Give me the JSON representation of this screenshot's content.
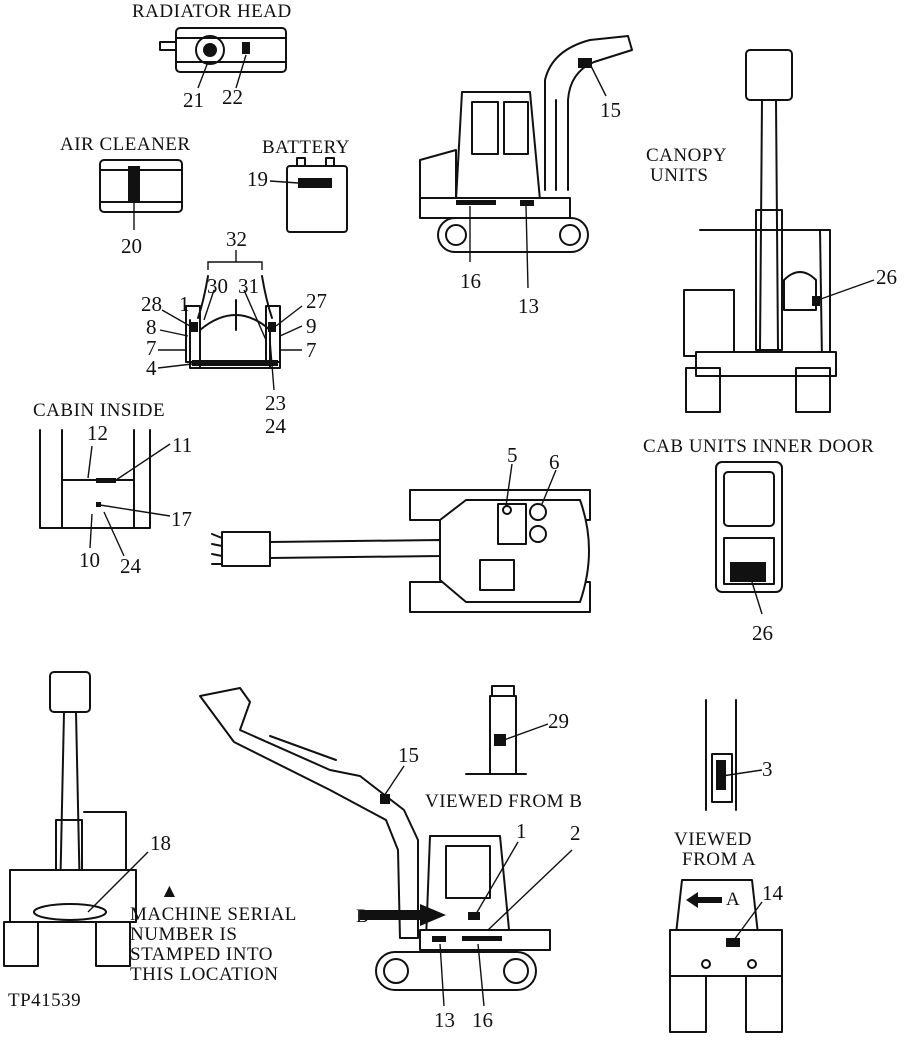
{
  "labels": {
    "radiator_head": "RADIATOR HEAD",
    "air_cleaner": "AIR CLEANER",
    "battery": "BATTERY",
    "canopy_units_1": "CANOPY",
    "canopy_units_2": "UNITS",
    "cabin_inside": "CABIN INSIDE",
    "cab_units_inner_door": "CAB UNITS INNER DOOR",
    "viewed_from_b": "VIEWED FROM B",
    "viewed_from_a_1": "VIEWED",
    "viewed_from_a_2": "FROM A",
    "serial_marker": "▲",
    "serial_1": "MACHINE SERIAL",
    "serial_2": "NUMBER IS",
    "serial_3": "STAMPED INTO",
    "serial_4": "THIS LOCATION",
    "figure_id": "TP41539",
    "arrow_b": "B",
    "arrow_a": "A"
  },
  "callouts": {
    "n1": "1",
    "n2": "2",
    "n3": "3",
    "n4": "4",
    "n5": "5",
    "n6": "6",
    "n7a": "7",
    "n7b": "7",
    "n8": "8",
    "n9": "9",
    "n10": "10",
    "n11": "11",
    "n12": "12",
    "n13a": "13",
    "n13b": "13",
    "n14": "14",
    "n15a": "15",
    "n15b": "15",
    "n16a": "16",
    "n16b": "16",
    "n17": "17",
    "n18": "18",
    "n19": "19",
    "n20": "20",
    "n21": "21",
    "n22": "22",
    "n23": "23",
    "n24a": "24",
    "n24b": "24",
    "n26a": "26",
    "n26b": "26",
    "n27": "27",
    "n28": "28",
    "n29": "29",
    "n30": "30",
    "n31": "31",
    "n32": "32"
  }
}
